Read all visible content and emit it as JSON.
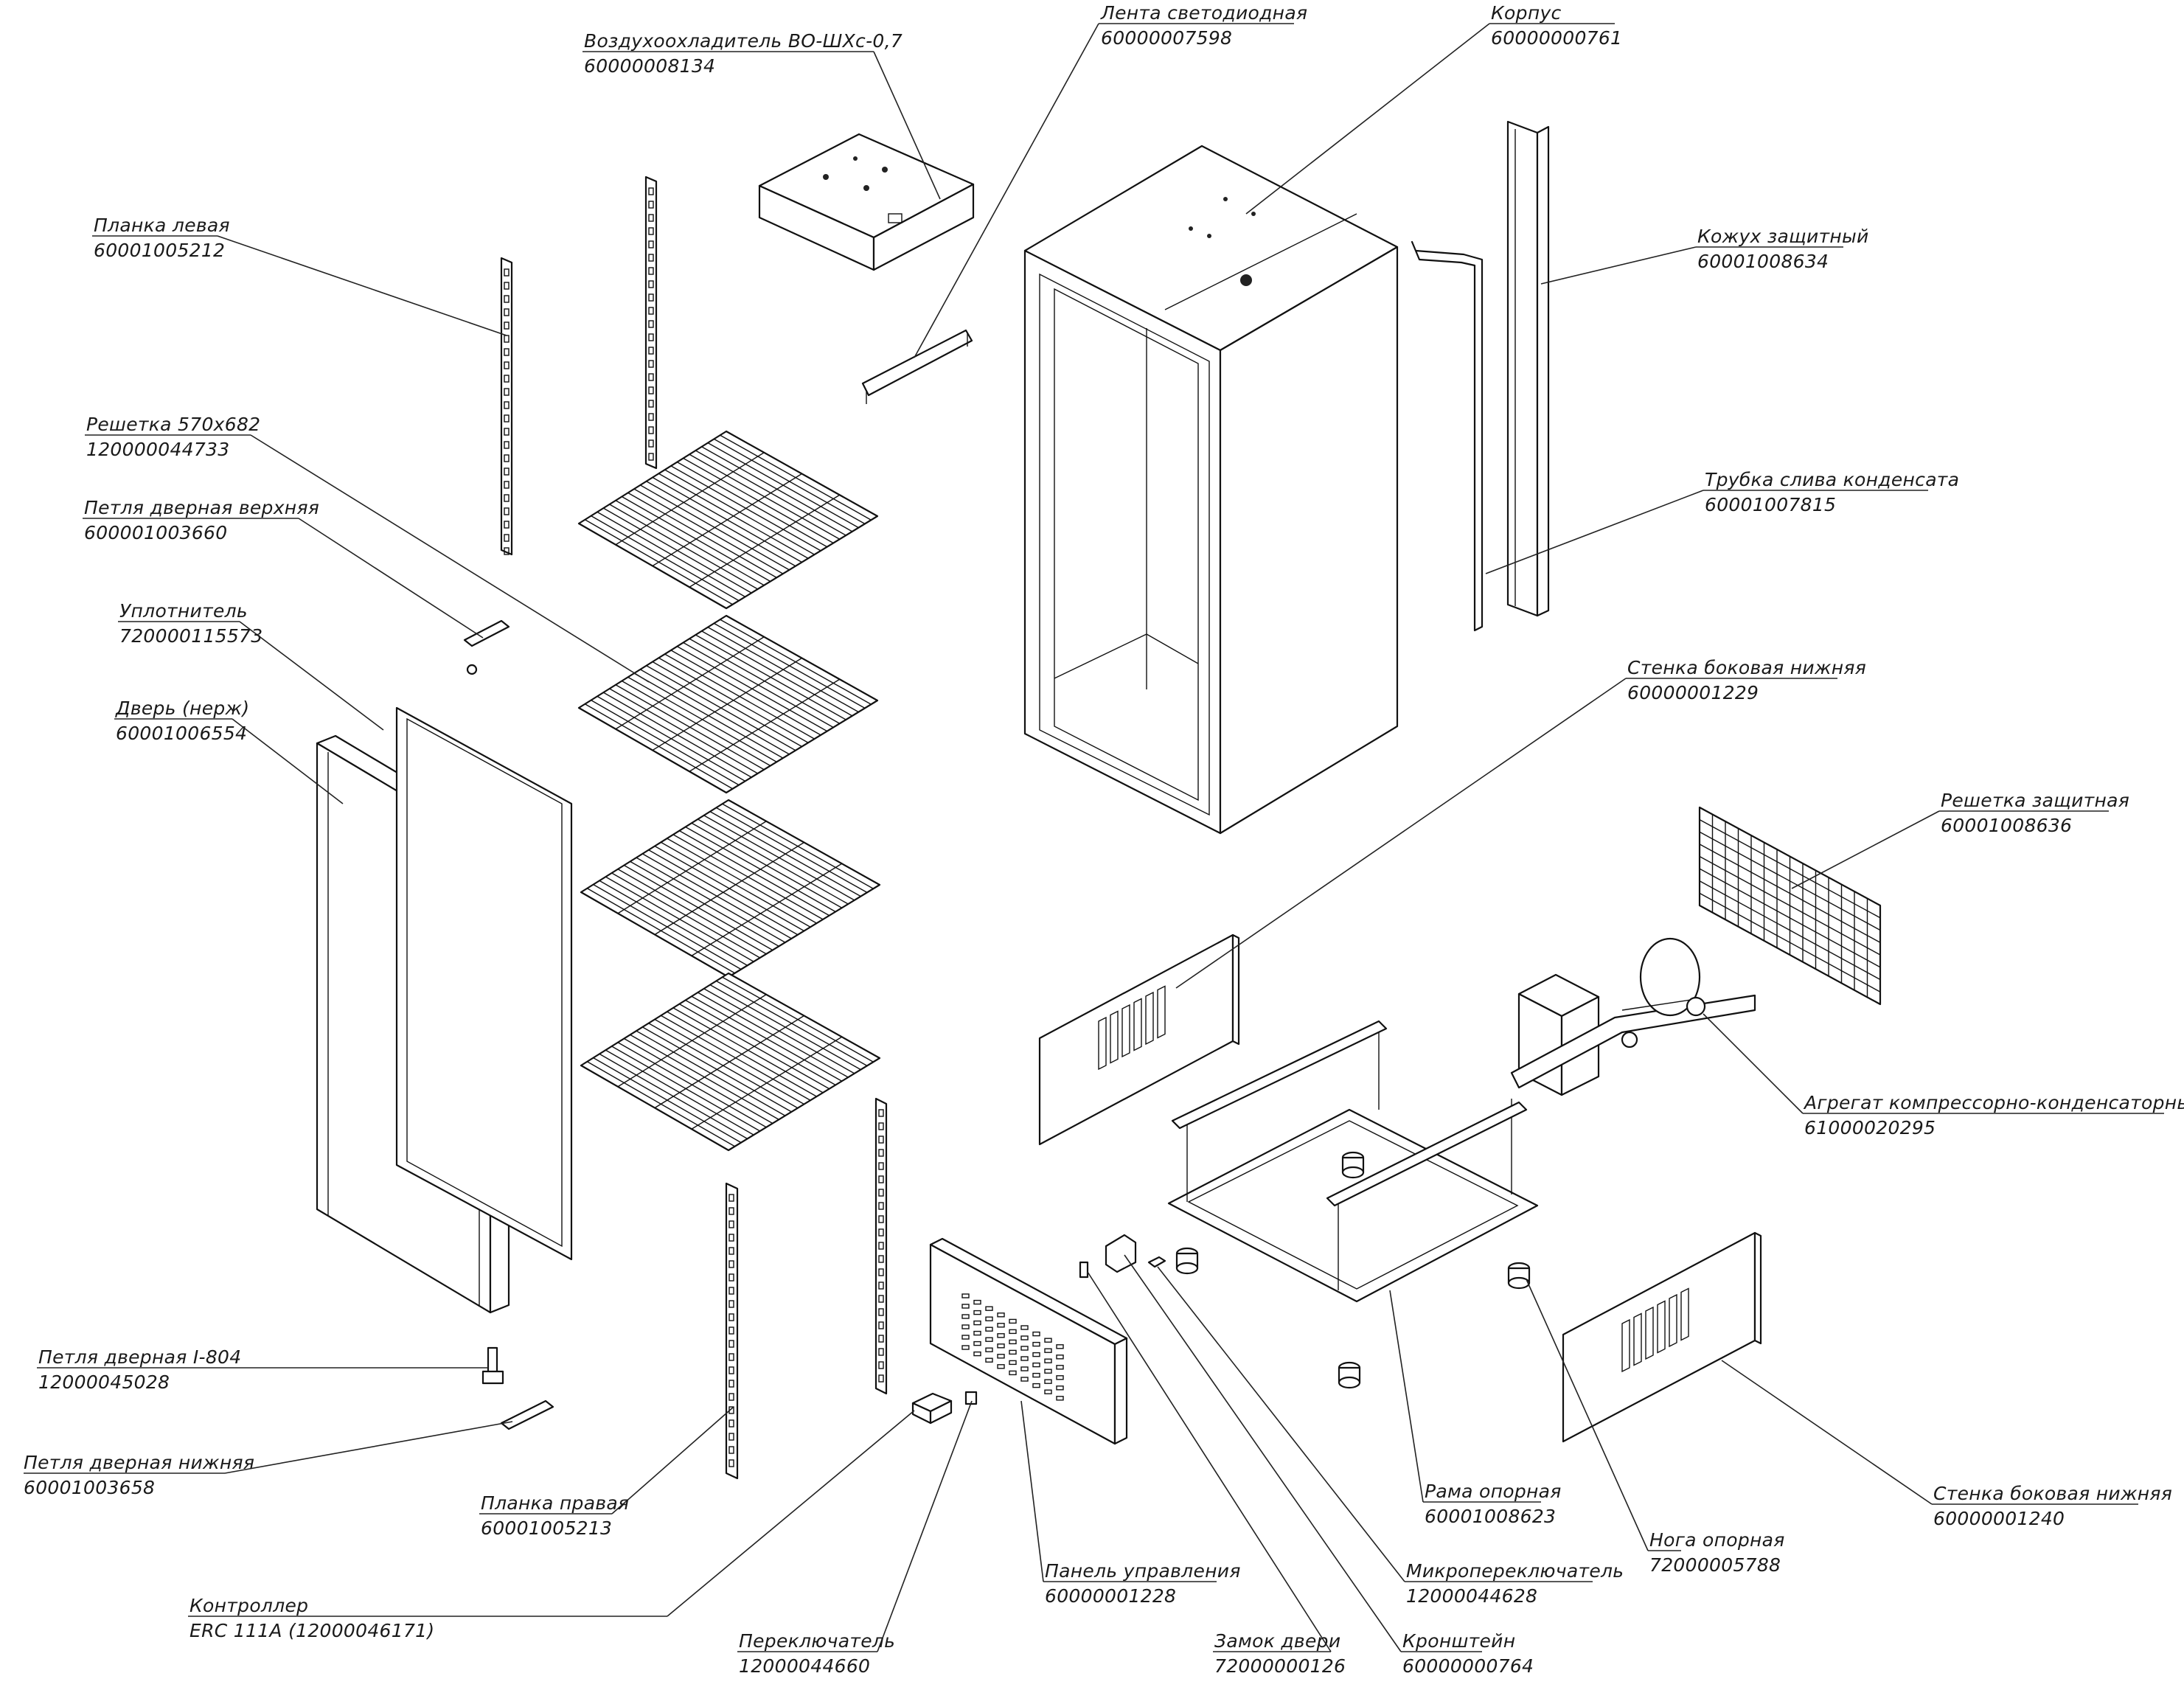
{
  "callouts": [
    {
      "id": "air-cooler",
      "name": "Воздухоохладитель ВО-ШХс-0,7",
      "code": "60000008134"
    },
    {
      "id": "led-strip",
      "name": "Лента светодиодная",
      "code": "60000007598"
    },
    {
      "id": "body",
      "name": "Корпус",
      "code": "60000000761"
    },
    {
      "id": "left-bar",
      "name": "Планка левая",
      "code": "60001005212"
    },
    {
      "id": "protective-cover",
      "name": "Кожух защитный",
      "code": "60001008634"
    },
    {
      "id": "grate",
      "name": "Решетка 570х682",
      "code": "120000044733"
    },
    {
      "id": "top-hinge",
      "name": "Петля дверная верхняя",
      "code": "600001003660"
    },
    {
      "id": "drain-tube",
      "name": "Трубка слива конденсата",
      "code": "60001007815"
    },
    {
      "id": "seal",
      "name": "Уплотнитель",
      "code": "720000115573"
    },
    {
      "id": "door",
      "name": "Дверь (нерж)",
      "code": "60001006554"
    },
    {
      "id": "side-wall-lower-1",
      "name": "Стенка боковая нижняя",
      "code": "60000001229"
    },
    {
      "id": "protective-grate",
      "name": "Решетка защитная",
      "code": "60001008636"
    },
    {
      "id": "compressor-unit",
      "name": "Агрегат компрессорно-конденсаторный",
      "code": "61000020295"
    },
    {
      "id": "hinge-i804",
      "name": "Петля дверная I-804",
      "code": "12000045028"
    },
    {
      "id": "bottom-hinge",
      "name": "Петля дверная нижняя",
      "code": "60001003658"
    },
    {
      "id": "right-bar",
      "name": "Планка правая",
      "code": "60001005213"
    },
    {
      "id": "support-frame",
      "name": "Рама опорная",
      "code": "60001008623"
    },
    {
      "id": "side-wall-lower-2",
      "name": "Стенка боковая нижняя",
      "code": "60000001240"
    },
    {
      "id": "support-leg",
      "name": "Нога опорная",
      "code": "72000005788"
    },
    {
      "id": "microswitch",
      "name": "Микропереключатель",
      "code": "12000044628"
    },
    {
      "id": "control-panel",
      "name": "Панель управления",
      "code": "60000001228"
    },
    {
      "id": "controller",
      "name": "Контроллер",
      "code": "ERC 111A (12000046171)"
    },
    {
      "id": "door-lock",
      "name": "Замок двери",
      "code": "72000000126"
    },
    {
      "id": "bracket",
      "name": "Кронштейн",
      "code": "60000000764"
    },
    {
      "id": "switch",
      "name": "Переключатель",
      "code": "12000044660"
    }
  ]
}
